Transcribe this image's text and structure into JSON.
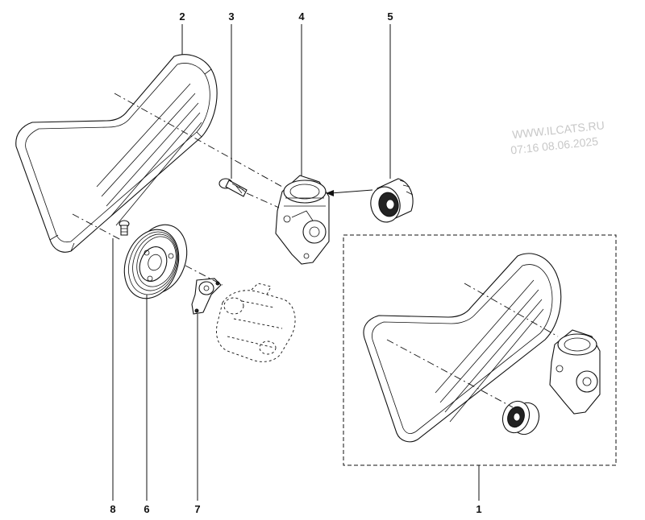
{
  "watermark": {
    "site": "WWW.ILCATS.RU",
    "timestamp": "07:16 08.06.2025"
  },
  "callouts": [
    {
      "id": "1",
      "label": "1"
    },
    {
      "id": "2",
      "label": "2"
    },
    {
      "id": "3",
      "label": "3"
    },
    {
      "id": "4",
      "label": "4"
    },
    {
      "id": "5",
      "label": "5"
    },
    {
      "id": "6",
      "label": "6"
    },
    {
      "id": "7",
      "label": "7"
    },
    {
      "id": "8",
      "label": "8"
    }
  ],
  "parts": [
    {
      "callout": "1",
      "icon": "belt-kit-box"
    },
    {
      "callout": "2",
      "icon": "ribbed-belt"
    },
    {
      "callout": "3",
      "icon": "bolt"
    },
    {
      "callout": "4",
      "icon": "tensioner"
    },
    {
      "callout": "5",
      "icon": "idler-pulley"
    },
    {
      "callout": "6",
      "icon": "pulley"
    },
    {
      "callout": "7",
      "icon": "hub-flange"
    },
    {
      "callout": "8",
      "icon": "screw"
    }
  ]
}
